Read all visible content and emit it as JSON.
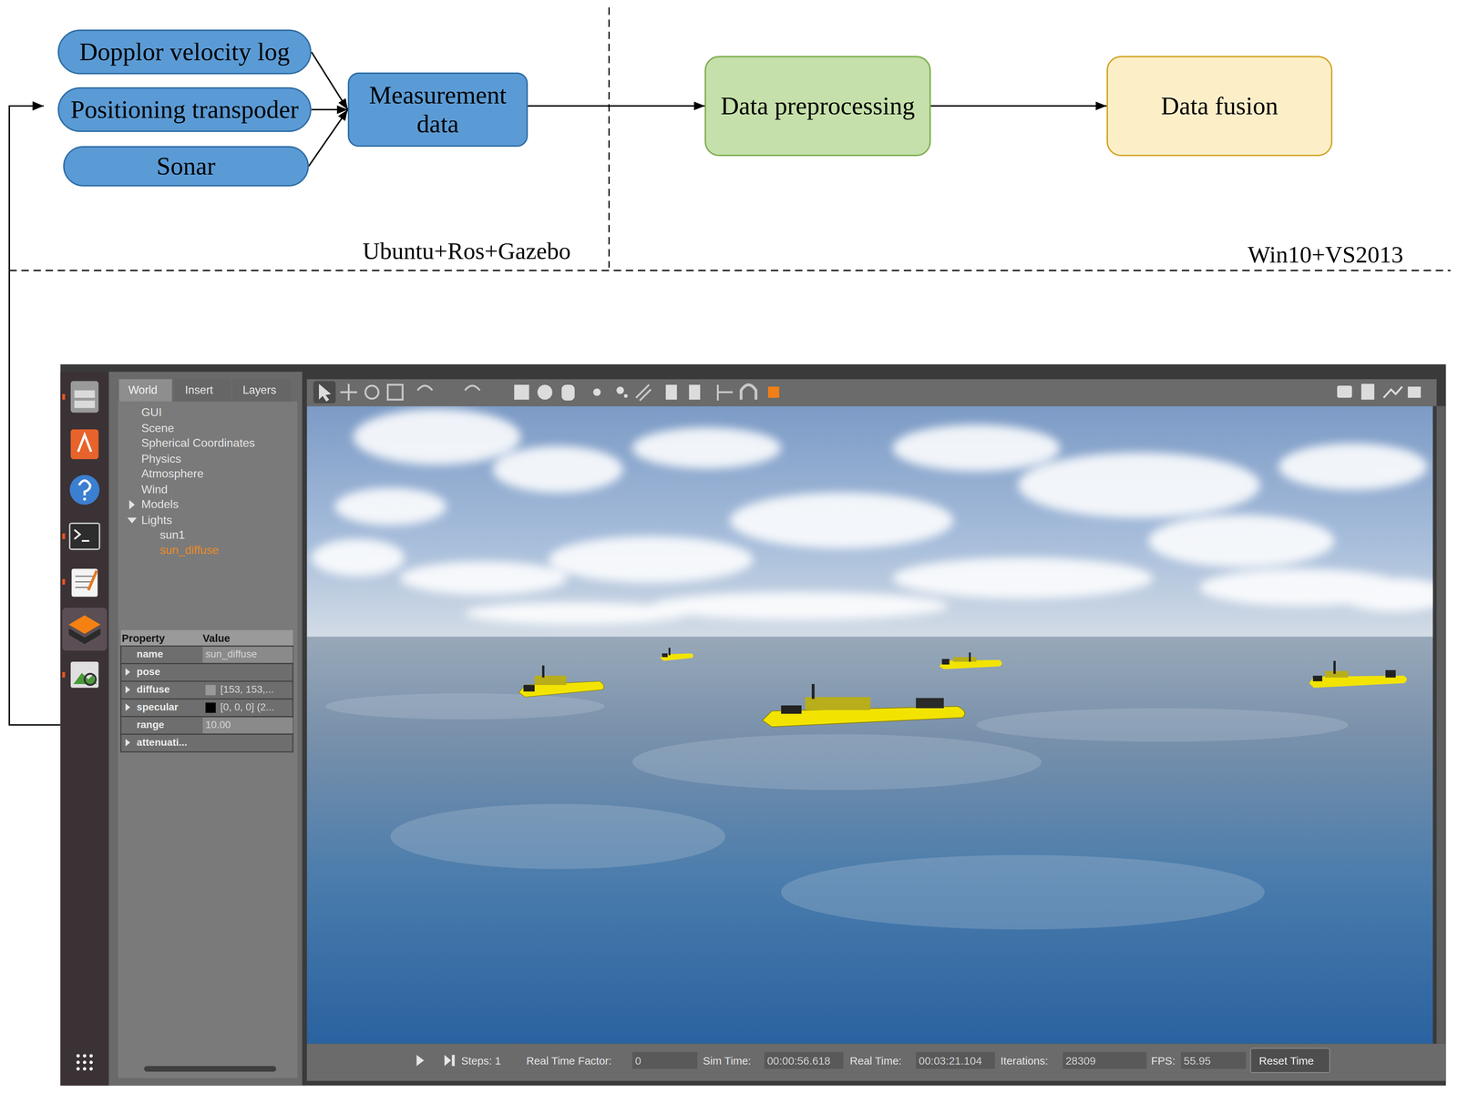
{
  "diagram": {
    "nodes": [
      {
        "text": []
      },
      {
        "text": [
          "Dopplor velocity log"
        ],
        "in": 0
      },
      {
        "text": [
          "Positioning transpoder"
        ],
        "in": 0
      },
      {
        "text": [
          "Sonar"
        ],
        "in": 0
      },
      {
        "text": [
          "Measurement data"
        ],
        "in": 0
      },
      {
        "text": [
          "Data preprocessing"
        ]
      },
      {
        "text": [
          "Data fusion"
        ]
      }
    ],
    "edges": [
      {
        "from": 1,
        "to": 4,
        "arrow": "to"
      },
      {
        "from": 2,
        "to": 4,
        "arrow": "to"
      },
      {
        "from": 3,
        "to": 4,
        "arrow": "to"
      },
      {
        "from": 4,
        "to": 5,
        "arrow": "to"
      },
      {
        "from": 5,
        "to": 6,
        "arrow": "to"
      }
    ],
    "labels": [
      "Ubuntu+Ros+Gazebo",
      "Win10+VS2013",
      "World",
      "Insert",
      "Layers",
      "GUI",
      "Scene",
      "Spherical Coordinates",
      "Physics",
      "Atmosphere",
      "Wind",
      "Models",
      "Lights",
      "sun1",
      "sun_diffuse",
      "Property",
      "Value",
      "name",
      "sun_diffuse",
      "pose",
      "diffuse",
      "[153, 153,...",
      "specular",
      "[0, 0, 0] (2...",
      "range",
      "10.00",
      "attenuati...",
      "Steps: 1",
      "Real Time Factor:",
      "0",
      "Sim Time:",
      "00:00:56.618",
      "Real Time:",
      "00:03:21.104",
      "Iterations:",
      "28309",
      "FPS:",
      "55.95",
      "Reset Time"
    ]
  }
}
